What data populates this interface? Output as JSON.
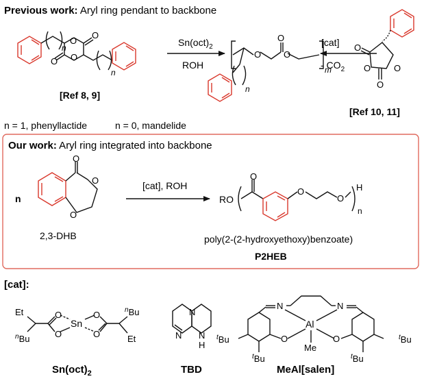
{
  "colors": {
    "black": "#111111",
    "red": "#d9372b",
    "box_border": "#e06a5e"
  },
  "previous": {
    "heading_bold": "Previous work:",
    "heading_rest": " Aryl ring pendant to backbone",
    "ref_left": "[Ref 8, 9]",
    "ref_right": "[Ref 10, 11]",
    "reagent_top": "Sn(oct)",
    "reagent_top_sub": "2",
    "reagent_bottom": "ROH",
    "cat": "[cat]",
    "co2": "- CO",
    "co2_sub": "2",
    "n_label": "n",
    "m_label": "m",
    "note_phenyllactide": "n = 1, phenyllactide",
    "note_mandelide": "n = 0, mandelide"
  },
  "our": {
    "heading_bold": "Our work:",
    "heading_rest": " Aryl ring integrated into backbone",
    "n_prefix": "n",
    "reagent": "[cat], ROH",
    "monomer_label": "2,3-DHB",
    "polymer_name": "poly(2-(2-hydroxyethoxy)benzoate)",
    "polymer_abbrev": "P2HEB",
    "ro": "RO",
    "h": "H",
    "n_sub": "n"
  },
  "catalysts": {
    "heading": "[cat]:",
    "sn_label": "Sn(oct)",
    "sn_label_sub": "2",
    "tbd_label": "TBD",
    "meal_label": "MeAl[salen]",
    "et": "Et",
    "bu": "Bu",
    "n_italic": "n",
    "t_italic": "t",
    "sn": "Sn",
    "al": "Al",
    "me": "Me",
    "N": "N",
    "O": "O",
    "NH": "N",
    "H": "H"
  }
}
